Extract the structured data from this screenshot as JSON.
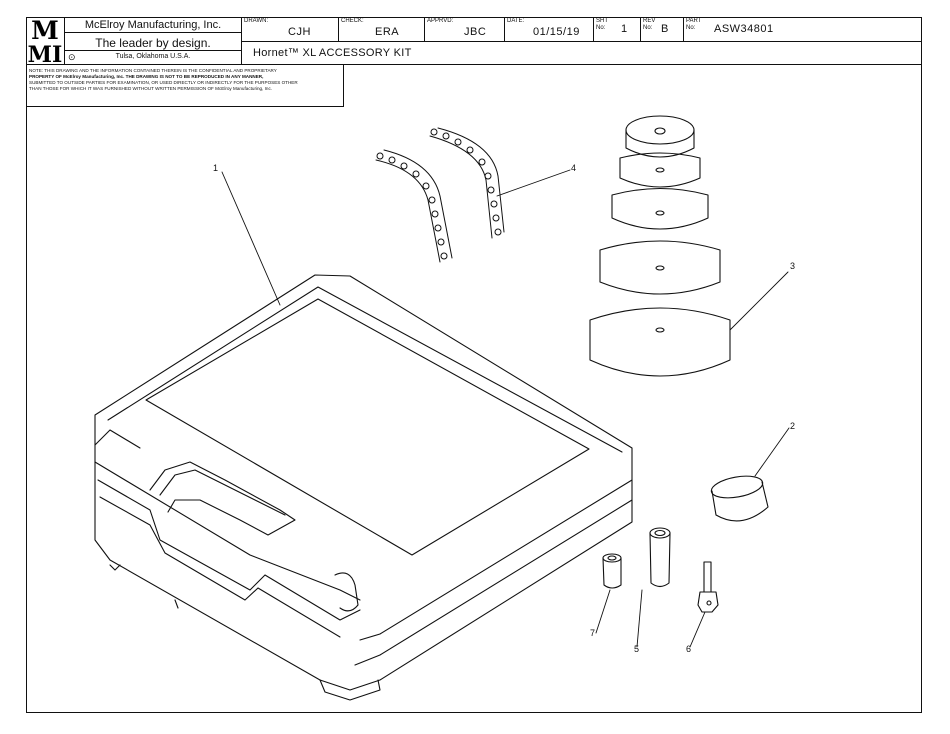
{
  "company": {
    "name": "McElroy Manufacturing, Inc.",
    "tagline": "The leader by design.",
    "location": "Tulsa, Oklahoma U.S.A.",
    "logo_top": "M",
    "logo_bottom": "MI"
  },
  "title_block": {
    "drawn_label": "DRAWN:",
    "drawn_value": "CJH",
    "check_label": "CHECK:",
    "check_value": "ERA",
    "apprvd_label": "APPRVD:",
    "apprvd_value": "JBC",
    "date_label": "DATE:",
    "date_value": "01/15/19",
    "sht_label_1": "SHT",
    "sht_label_2": "No:",
    "sht_value": "1",
    "rev_label_1": "REV",
    "rev_label_2": "No:",
    "rev_value": "B",
    "part_label_1": "PART",
    "part_label_2": "No:",
    "part_value": "ASW34801",
    "title": "Hornet™ XL ACCESSORY KIT"
  },
  "note": [
    "NOTE: THIS DRAWING AND THE INFORMATION CONTAINED THEREIN IS THE CONFIDENTIAL AND PROPRIETARY",
    "PROPERTY OF McElroy Manufacturing, Inc. THE DRAWING IS NOT TO BE REPRODUCED IN ANY MANNER,",
    "SUBMITTED TO OUTSIDE PARTIES FOR EXAMINATION, OR USED DIRECTLY OR INDIRECTLY FOR THE PURPOSES OTHER",
    "THAN THOSE FOR WHICH IT WAS FURNISHED WITHOUT WRITTEN PERMISSION OF McElroy Manufacturing, Inc."
  ],
  "callouts": [
    "1",
    "2",
    "3",
    "4",
    "5",
    "6",
    "7"
  ]
}
